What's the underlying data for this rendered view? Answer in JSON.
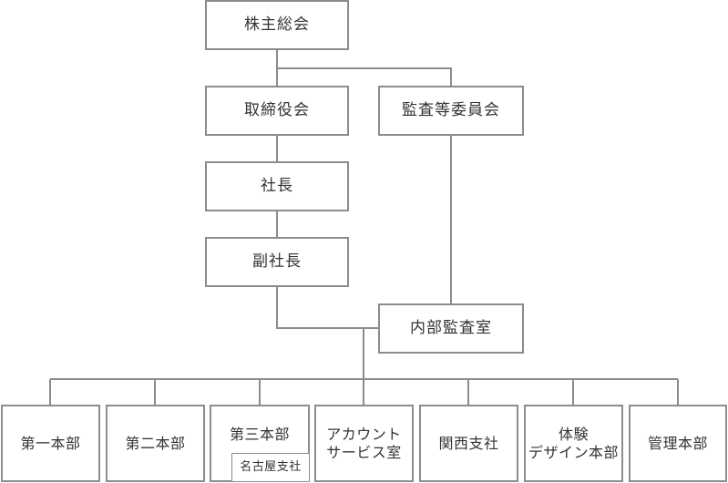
{
  "nodes": {
    "shareholders": "株主総会",
    "board": "取締役会",
    "audit_committee": "監査等委員会",
    "president": "社長",
    "vice_president": "副社長",
    "internal_audit": "内部監査室"
  },
  "departments": [
    {
      "label": "第一本部"
    },
    {
      "label": "第二本部"
    },
    {
      "label": "第三本部",
      "sub": "名古屋支社"
    },
    {
      "label": "アカウント\nサービス室"
    },
    {
      "label": "関西支社"
    },
    {
      "label": "体験\nデザイン本部"
    },
    {
      "label": "管理本部"
    }
  ]
}
